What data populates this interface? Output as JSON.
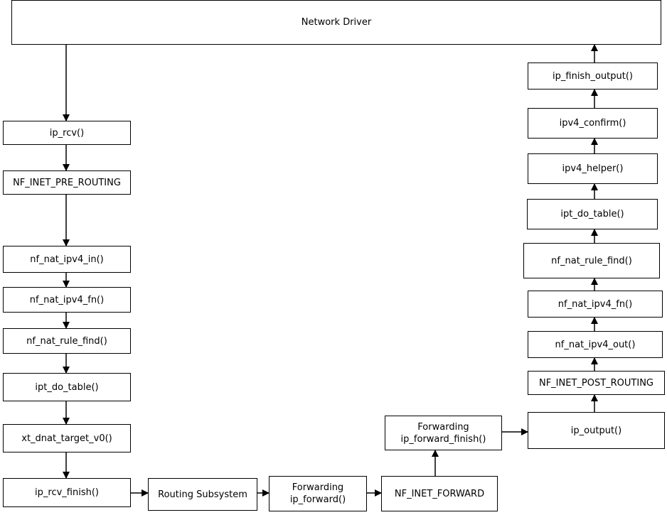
{
  "network_driver": "Network Driver",
  "ingress": {
    "ip_rcv": "ip_rcv()",
    "pre_routing": "NF_INET_PRE_ROUTING",
    "nat_in": "nf_nat_ipv4_in()",
    "nat_fn": "nf_nat_ipv4_fn()",
    "rule_find": "nf_nat_rule_find()",
    "do_table": "ipt_do_table()",
    "dnat_target": "xt_dnat_target_v0()",
    "rcv_finish": "ip_rcv_finish()"
  },
  "forward": {
    "routing": "Routing Subsystem",
    "fwd_title": "Forwarding",
    "fwd_fn": "ip_forward()",
    "nf_forward": "NF_INET_FORWARD",
    "fwd_finish_title": "Forwarding",
    "fwd_finish_fn": "ip_forward_finish()"
  },
  "egress": {
    "ip_output": "ip_output()",
    "post_routing": "NF_INET_POST_ROUTING",
    "nat_out": "nf_nat_ipv4_out()",
    "nat_fn": "nf_nat_ipv4_fn()",
    "rule_find": "nf_nat_rule_find()",
    "do_table": "ipt_do_table()",
    "helper": "ipv4_helper()",
    "confirm": "ipv4_confirm()",
    "finish_output": "ip_finish_output()"
  }
}
